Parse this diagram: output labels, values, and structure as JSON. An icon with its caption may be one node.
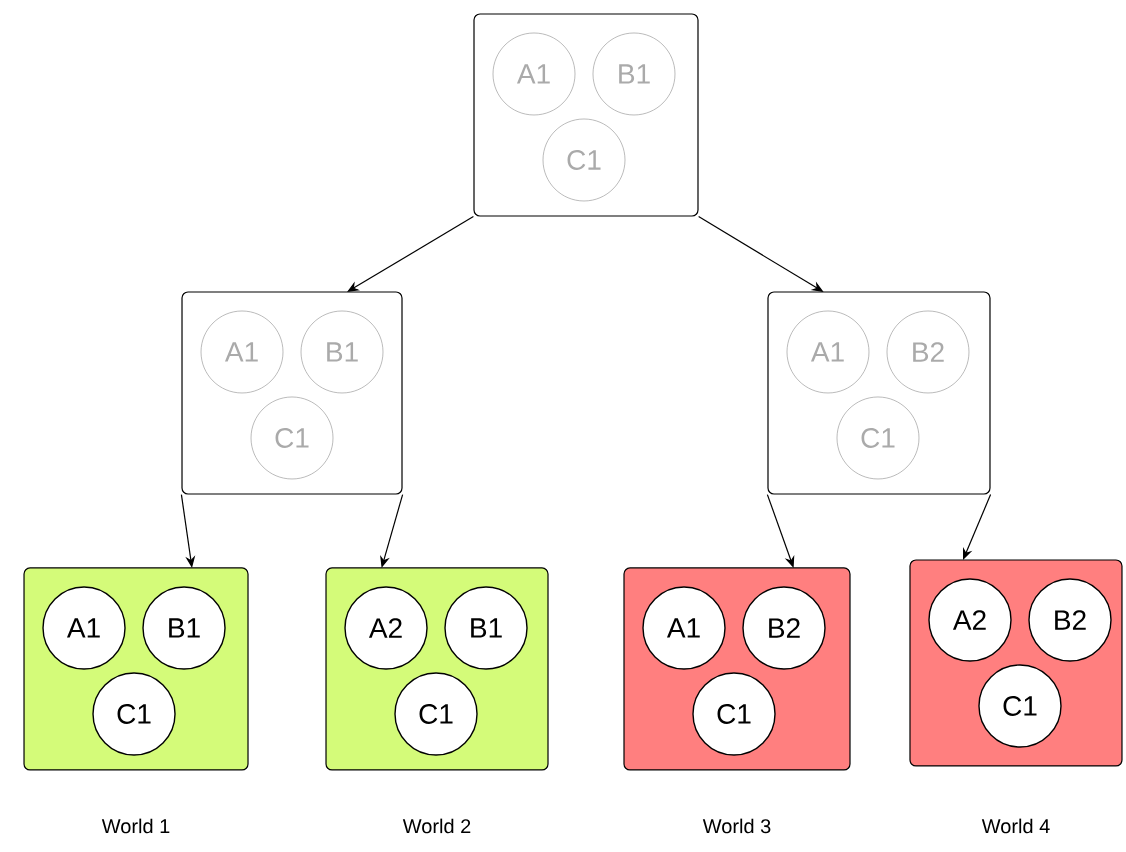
{
  "diagram": {
    "nodes": [
      {
        "text": [],
        "shape": "box"
      },
      {
        "text": [
          "A1"
        ],
        "in": 0
      },
      {
        "text": [
          "B1"
        ],
        "in": 0
      },
      {
        "text": [
          "C1"
        ],
        "in": 0
      },
      {
        "text": [],
        "shape": "box"
      },
      {
        "text": [
          "A1"
        ],
        "in": 4
      },
      {
        "text": [
          "B1"
        ],
        "in": 4
      },
      {
        "text": [
          "C1"
        ],
        "in": 4
      },
      {
        "text": [],
        "shape": "box"
      },
      {
        "text": [
          "A1"
        ],
        "in": 8
      },
      {
        "text": [
          "B2"
        ],
        "in": 8
      },
      {
        "text": [
          "C1"
        ],
        "in": 8
      },
      {
        "text": [],
        "shape": "box",
        "beside": [
          "World 1"
        ]
      },
      {
        "text": [
          "A1"
        ],
        "in": 12
      },
      {
        "text": [
          "B1"
        ],
        "in": 12
      },
      {
        "text": [
          "C1"
        ],
        "in": 12
      },
      {
        "text": [],
        "shape": "box",
        "beside": [
          "World 2"
        ]
      },
      {
        "text": [
          "A2"
        ],
        "in": 16
      },
      {
        "text": [
          "B1"
        ],
        "in": 16
      },
      {
        "text": [
          "C1"
        ],
        "in": 16
      },
      {
        "text": [],
        "shape": "box",
        "beside": [
          "World 3"
        ]
      },
      {
        "text": [
          "A1"
        ],
        "in": 20
      },
      {
        "text": [
          "B2"
        ],
        "in": 20
      },
      {
        "text": [
          "C1"
        ],
        "in": 20
      },
      {
        "text": [],
        "shape": "box",
        "beside": [
          "World 4"
        ]
      },
      {
        "text": [
          "A2"
        ],
        "in": 24
      },
      {
        "text": [
          "B2"
        ],
        "in": 24
      },
      {
        "text": [
          "C1"
        ],
        "in": 24
      }
    ],
    "edges": [
      {
        "from": 0,
        "to": 4,
        "arrow": "to"
      },
      {
        "from": 0,
        "to": 8,
        "arrow": "to"
      },
      {
        "from": 4,
        "to": 12,
        "arrow": "to"
      },
      {
        "from": 4,
        "to": 16,
        "arrow": "to"
      },
      {
        "from": 8,
        "to": 20,
        "arrow": "to"
      },
      {
        "from": 8,
        "to": 24,
        "arrow": "to"
      }
    ]
  }
}
